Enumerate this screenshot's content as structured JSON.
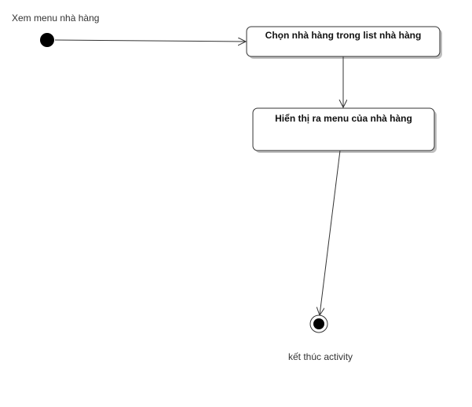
{
  "diagram": {
    "start_node": {
      "label": "Xem menu nhà hàng"
    },
    "actions": [
      {
        "label": "Chọn nhà hàng trong list nhà hàng"
      },
      {
        "label": "Hiển thị ra menu của nhà hàng"
      }
    ],
    "end_node": {
      "label": "kết thúc activity"
    },
    "colors": {
      "line": "#333333",
      "node_fill": "#000000",
      "box_fill": "#ffffff",
      "shadow": "#bfbfbf"
    }
  }
}
